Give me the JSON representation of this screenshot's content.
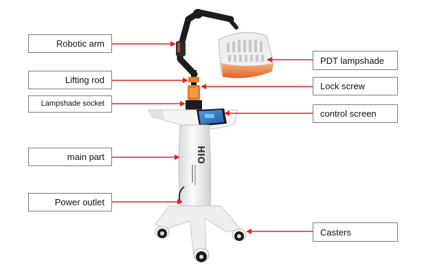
{
  "labels": {
    "robotic_arm": "Robotic arm",
    "lifting_rod": "Lifting rod",
    "lampshade_socket": "Lampshade socket",
    "main_part": "main part",
    "power_outlet": "Power outlet",
    "pdt_lampshade": "PDT lampshade",
    "lock_screw": "Lock screw",
    "control_screen": "control screen",
    "casters": "Casters"
  },
  "device_print": "HIO",
  "colors": {
    "arrow": "#e8201c",
    "arm": "#1c1c1c",
    "orange_glow": "#e87a2a",
    "body": "#f1f1f1",
    "screen": "#2a78c8"
  }
}
